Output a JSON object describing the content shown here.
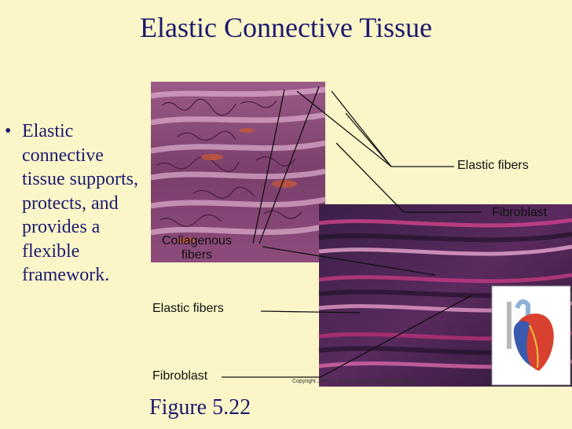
{
  "slide": {
    "title": "Elastic Connective Tissue",
    "bullet_text": "Elastic connective tissue supports, protects, and provides a flexible framework.",
    "bullet_symbol": "•",
    "figure_caption": "Figure 5.22"
  },
  "figure": {
    "labels": {
      "elastic_fibers_top": "Elastic fibers",
      "fibroblast_top": "Fibroblast",
      "collagenous_line1": "Collagenous",
      "collagenous_line2": "fibers",
      "elastic_fibers_bottom": "Elastic fibers",
      "fibroblast_bottom": "Fibroblast",
      "copyright": "Copyright John D. Cunningham/Visuals Unlimited"
    },
    "colors": {
      "slide_background": "#fbf6c8",
      "title_text": "#1a1a6e",
      "drawing_purple": "#8e4b7a",
      "micrograph_dark": "#2a1a3a",
      "micrograph_pink": "#c43a8a"
    },
    "icon": "heart-icon"
  }
}
